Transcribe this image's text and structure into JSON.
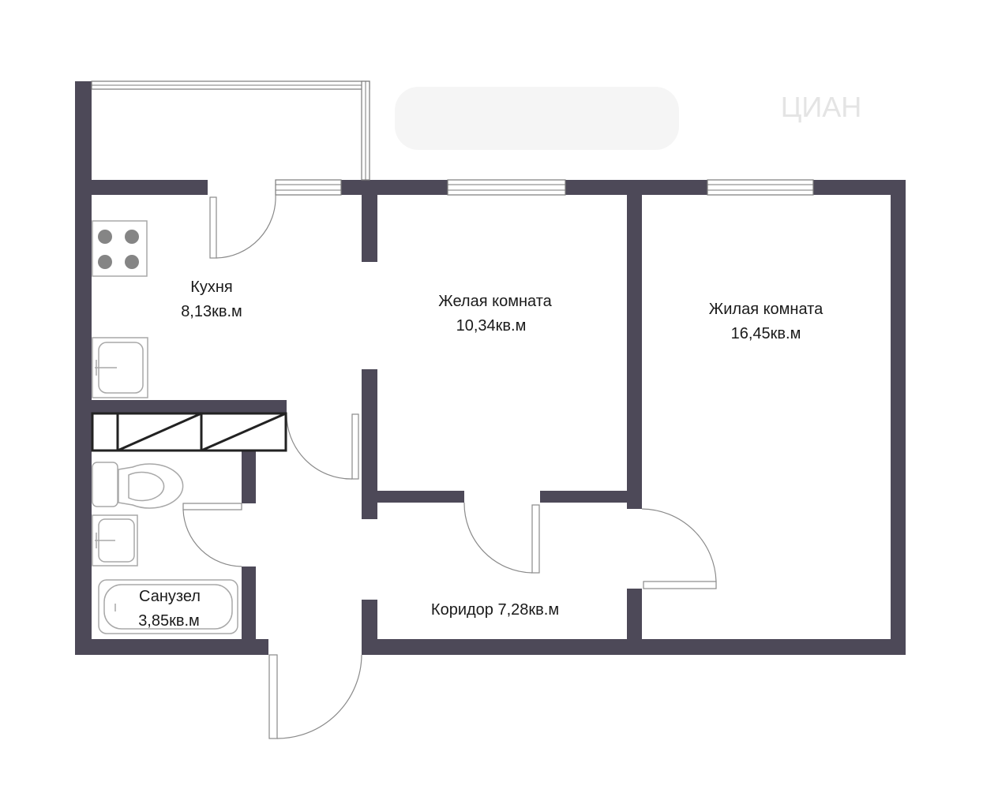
{
  "rooms": {
    "kitchen": {
      "name": "Кухня",
      "area": "8,13кв.м"
    },
    "room1": {
      "name": "Желая комната",
      "area": "10,34кв.м"
    },
    "room2": {
      "name": "Жилая комната",
      "area": "16,45кв.м"
    },
    "bathroom": {
      "name": "Санузел",
      "area": "3,85кв.м"
    },
    "corridor": {
      "label": "Коридор 7,28кв.м"
    }
  },
  "watermark": {
    "text": "ЦИАН"
  },
  "colors": {
    "wall": "#4d4958",
    "fixture": "#a8a8a8",
    "burner": "#858585"
  }
}
